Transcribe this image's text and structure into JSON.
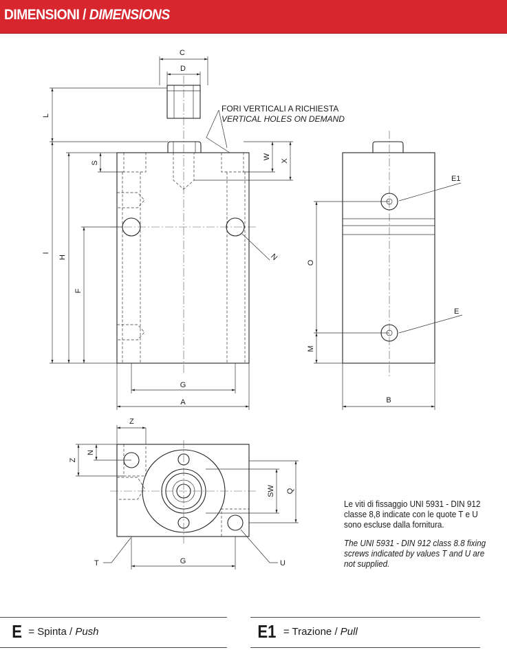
{
  "header": {
    "title_it": "DIMENSIONI",
    "separator": " / ",
    "title_en": "DIMENSIONS",
    "color": "#d8262f"
  },
  "callout": {
    "line1": "FORI VERTICALI A RICHIESTA",
    "line2": "VERTICAL HOLES ON DEMAND"
  },
  "labels": {
    "C": "C",
    "D": "D",
    "L": "L",
    "I": "I",
    "H": "H",
    "F": "F",
    "S": "S",
    "W": "W",
    "X": "X",
    "N_front": "N",
    "G_front": "G",
    "A": "A",
    "E1": "E1",
    "E": "E",
    "O": "O",
    "M": "M",
    "B": "B",
    "Z": "Z",
    "N_top": "N",
    "SW": "SW",
    "Q": "Q",
    "T": "T",
    "U": "U",
    "G_top": "G"
  },
  "note": {
    "it": "Le viti di fissaggio UNI 5931 - DIN 912 classe 8,8 indicate con le quote T e U sono escluse dalla fornitura.",
    "en": "The UNI 5931 - DIN 912 class 8.8 fixing screws indicated by values T and U are not supplied."
  },
  "legend": [
    {
      "symbol": "E",
      "text_it": "= Spinta / ",
      "text_en": "Push"
    },
    {
      "symbol": "E1",
      "text_it": "= Trazione / ",
      "text_en": "Pull"
    }
  ]
}
